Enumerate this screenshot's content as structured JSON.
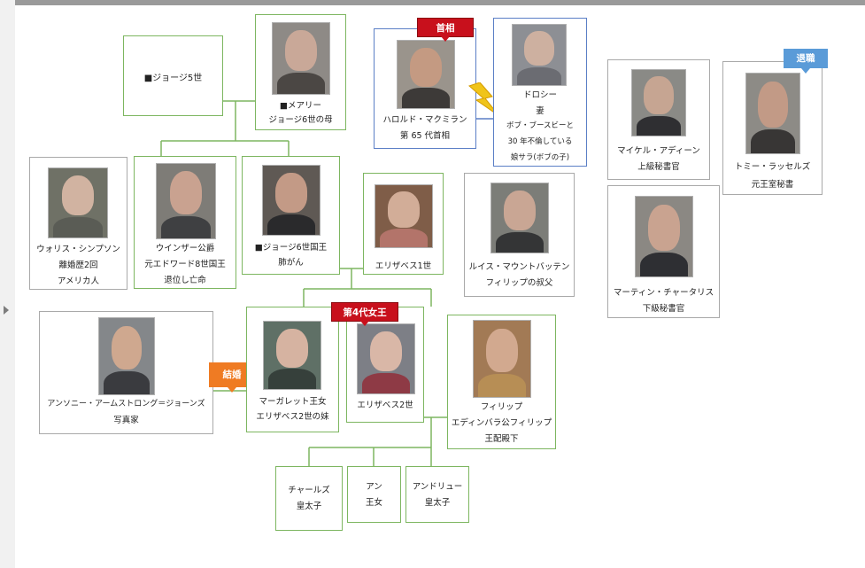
{
  "people": {
    "george5": {
      "name": "■ジョージ5世"
    },
    "mary": {
      "line1": "■メアリー",
      "line2": "ジョージ6世の母"
    },
    "macmillan": {
      "line1": "ハロルド・マクミラン",
      "line2": "第 65 代首相",
      "badge": "首相"
    },
    "dorothy": {
      "line1": "ドロシー",
      "line2": "妻",
      "line3": "ボブ・ブースビーと",
      "line4": "30 年不倫している",
      "line5": "娘サラ(ボブの子)"
    },
    "adeane": {
      "line1": "マイケル・アディーン",
      "line2": "上級秘書官"
    },
    "lascelles": {
      "line1": "トミー・ラッセルズ",
      "line2": "元王室秘書",
      "badge": "退職"
    },
    "wallis": {
      "line1": "ウォリス・シンプソン",
      "line2": "離婚歴2回",
      "line3": "アメリカ人"
    },
    "windsor": {
      "line1": "ウインザー公爵",
      "line2": "元エドワード8世国王",
      "line3": "退位し亡命"
    },
    "george6": {
      "line1": "■ジョージ6世国王",
      "line2": "肺がん"
    },
    "elizabeth1": {
      "line1": "エリザベス1世"
    },
    "mountbatten": {
      "line1": "ルイス・マウントバッテン",
      "line2": "フィリップの叔父"
    },
    "charteris": {
      "line1": "マーティン・チャータリス",
      "line2": "下級秘書官"
    },
    "armstrong": {
      "line1": "アンソニー・アームストロング＝ジョーンズ",
      "line2": "写真家"
    },
    "margaret": {
      "line1": "マーガレット王女",
      "line2": "エリザベス2世の妹"
    },
    "elizabeth2": {
      "line1": "エリザベス2世",
      "badge": "第4代女王"
    },
    "philip": {
      "line1": "フィリップ",
      "line2": "エディンバラ公フィリップ",
      "line3": "王配殿下"
    },
    "charles": {
      "line1": "チャールズ",
      "line2": "皇太子"
    },
    "anne": {
      "line1": "アン",
      "line2": "王女"
    },
    "andrew": {
      "line1": "アンドリュー",
      "line2": "皇太子"
    }
  },
  "marriage_badge": "結婚",
  "colors": {
    "green_border": "#7db660",
    "blue_border": "#5b7fc6",
    "grey_border": "#a9a9a9",
    "red_badge": "#c8101c",
    "orange_badge": "#ef7b23",
    "sky_badge": "#5a9bd8"
  }
}
